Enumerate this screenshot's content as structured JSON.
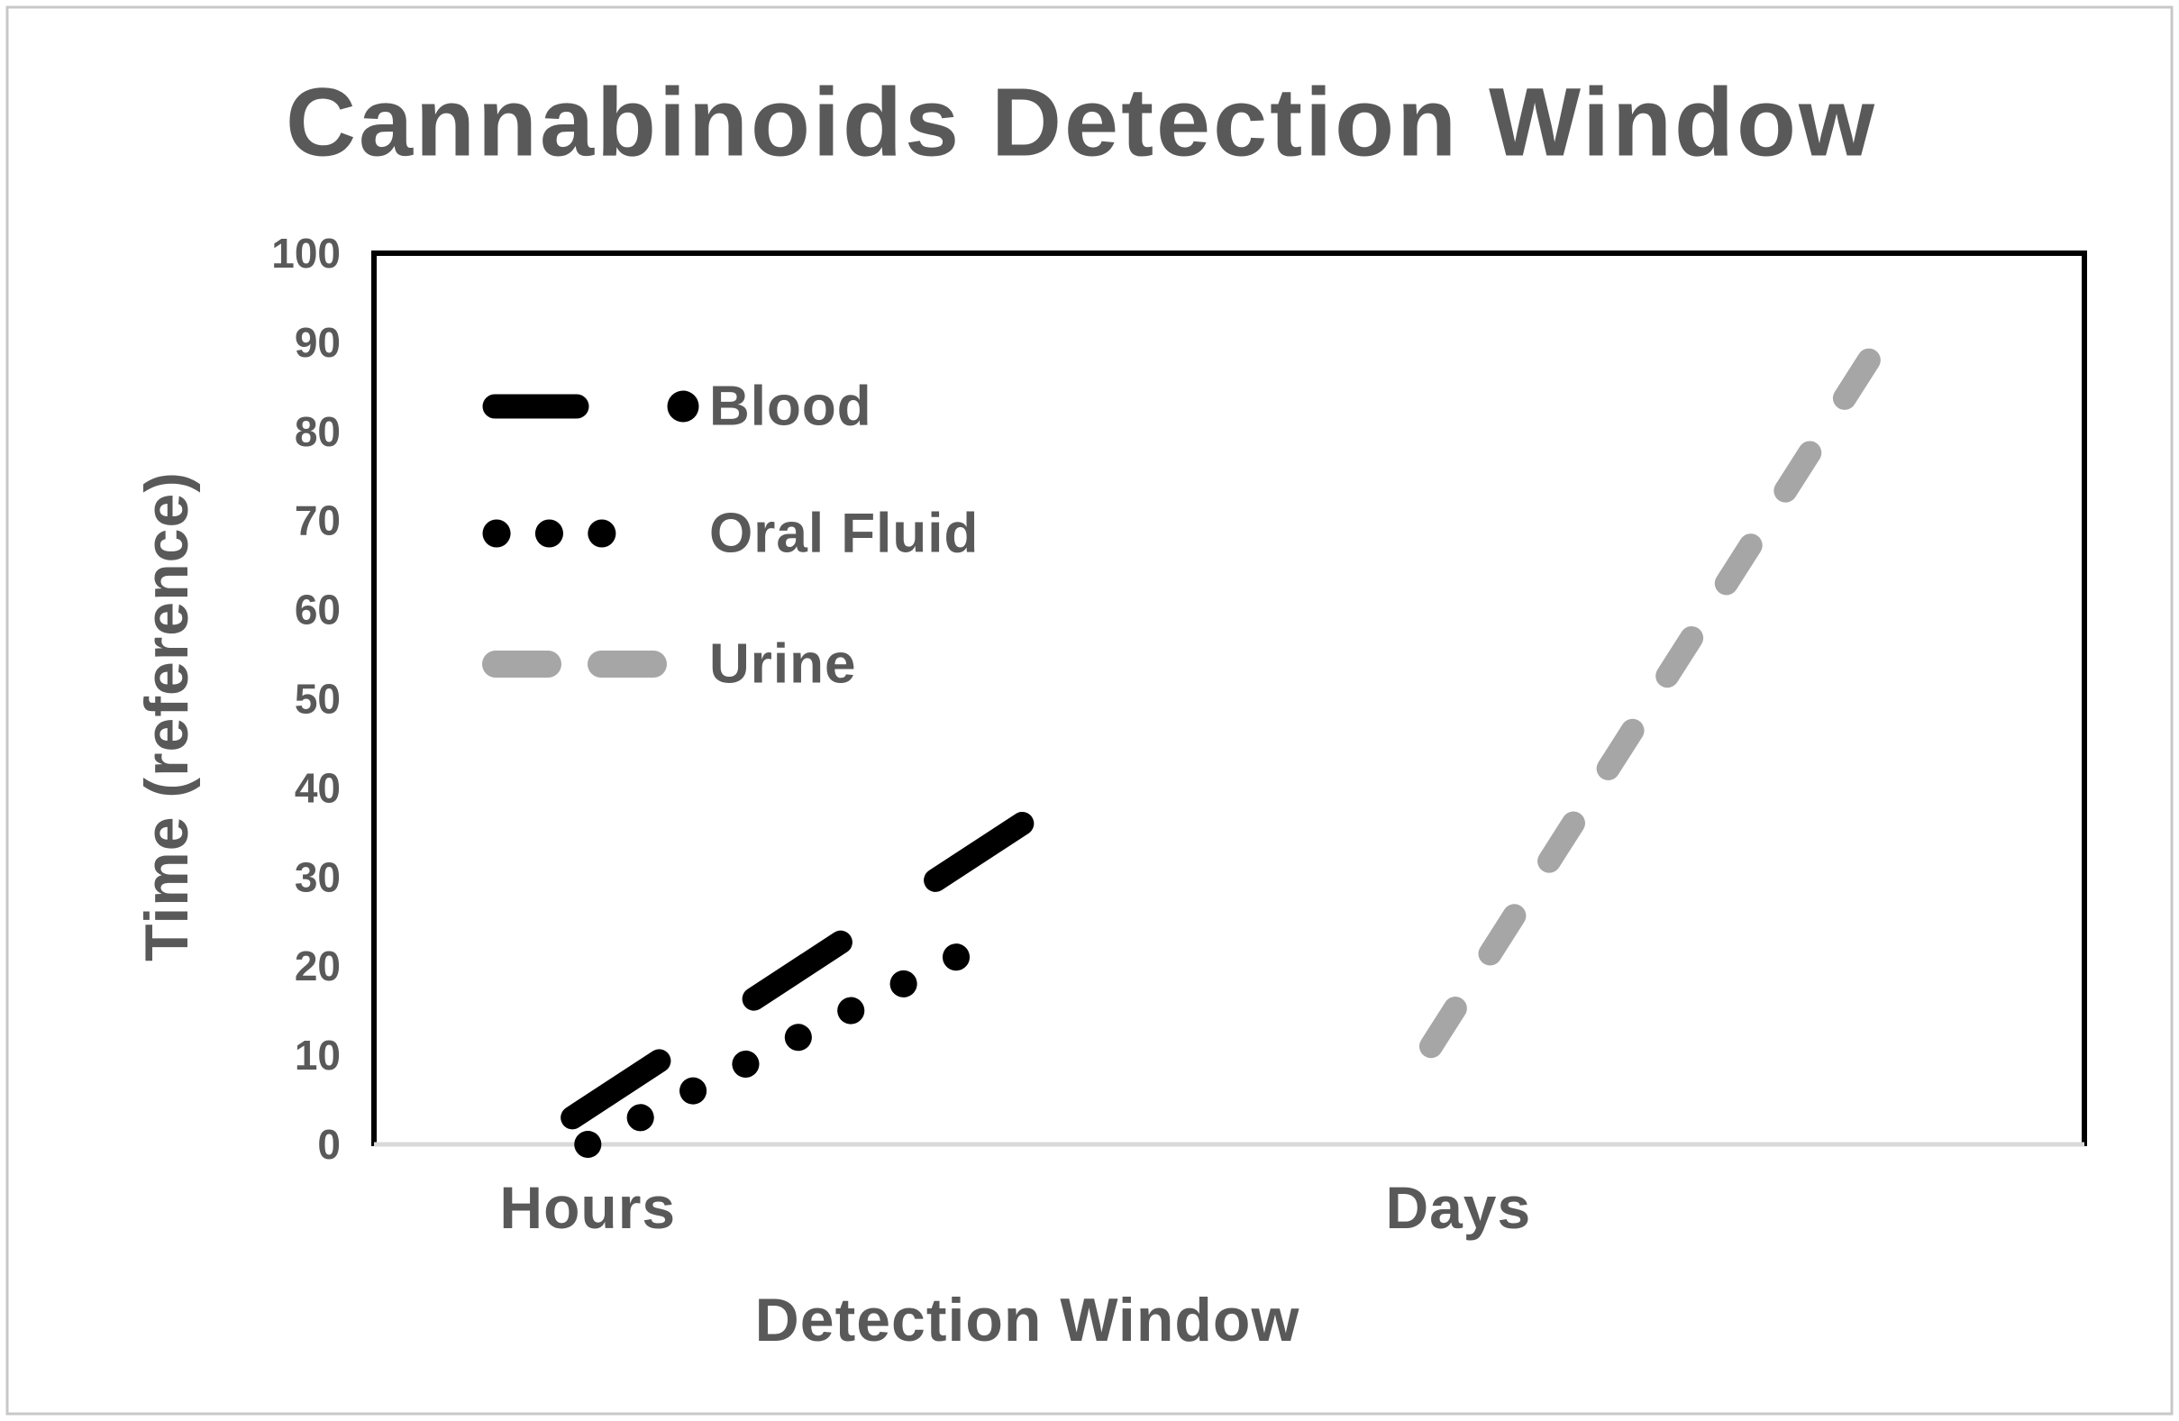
{
  "frame": {
    "border_color": "#c8c8c8",
    "background": "#ffffff"
  },
  "chart_data": {
    "type": "line",
    "title": "Cannabinoids Detection Window",
    "xlabel": "Detection Window",
    "ylabel": "Time (reference)",
    "ylim": [
      0,
      100
    ],
    "yticks": [
      0,
      10,
      20,
      30,
      40,
      50,
      60,
      70,
      80,
      90,
      100
    ],
    "x_categories": [
      "Hours",
      "Days"
    ],
    "x_category_label_fracs": [
      0.125,
      0.634
    ],
    "grid": false,
    "legend_position": "inside-top-left",
    "series": [
      {
        "name": "Blood",
        "color": "#000000",
        "line_style": "long-dash-dot",
        "category": "Hours",
        "points": [
          {
            "x_frac": 0.116,
            "y": 3
          },
          {
            "x_frac": 0.379,
            "y": 36
          }
        ]
      },
      {
        "name": "Oral Fluid",
        "color": "#000000",
        "line_style": "dotted",
        "category": "Hours",
        "points": [
          {
            "x_frac": 0.125,
            "y": 0
          },
          {
            "x_frac": 0.371,
            "y": 24
          }
        ]
      },
      {
        "name": "Urine",
        "color": "#a6a6a6",
        "line_style": "dashed",
        "category": "Days",
        "points": [
          {
            "x_frac": 0.618,
            "y": 11
          },
          {
            "x_frac": 0.874,
            "y": 88
          }
        ]
      }
    ],
    "axis_colors": {
      "text": "#595959",
      "baseline": "#d9d9d9",
      "plot_border": "#000000"
    }
  }
}
